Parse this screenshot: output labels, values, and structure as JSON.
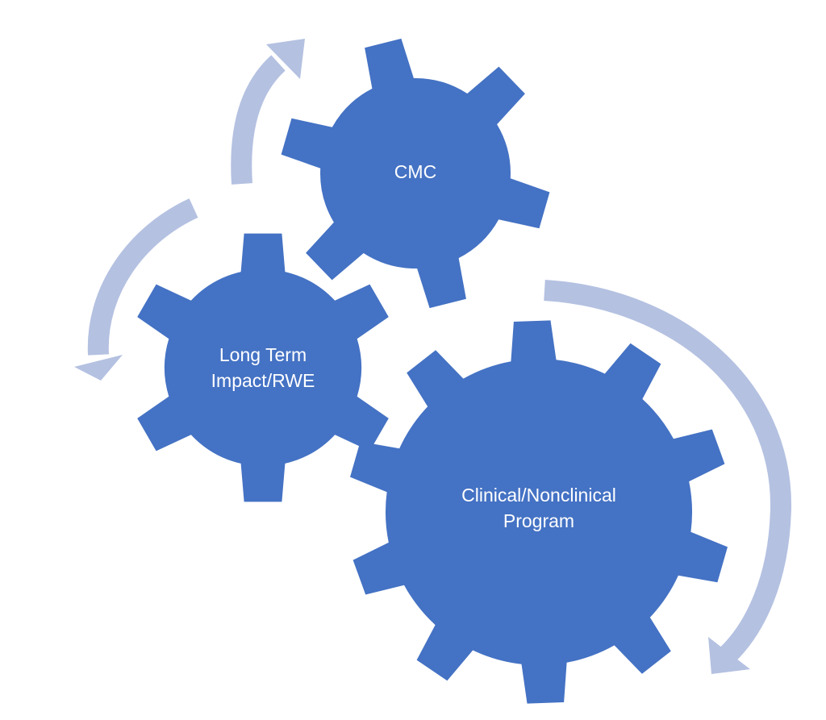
{
  "colors": {
    "gear": "#4472c4",
    "arrow": "#b4c1e1",
    "background": "#ffffff"
  },
  "gears": [
    {
      "id": "cmc",
      "label": "CMC"
    },
    {
      "id": "long-term",
      "label_line1": "Long Term",
      "label_line2": "Impact/RWE"
    },
    {
      "id": "clinical",
      "label_line1": "Clinical/Nonclinical",
      "label_line2": "Program"
    }
  ]
}
